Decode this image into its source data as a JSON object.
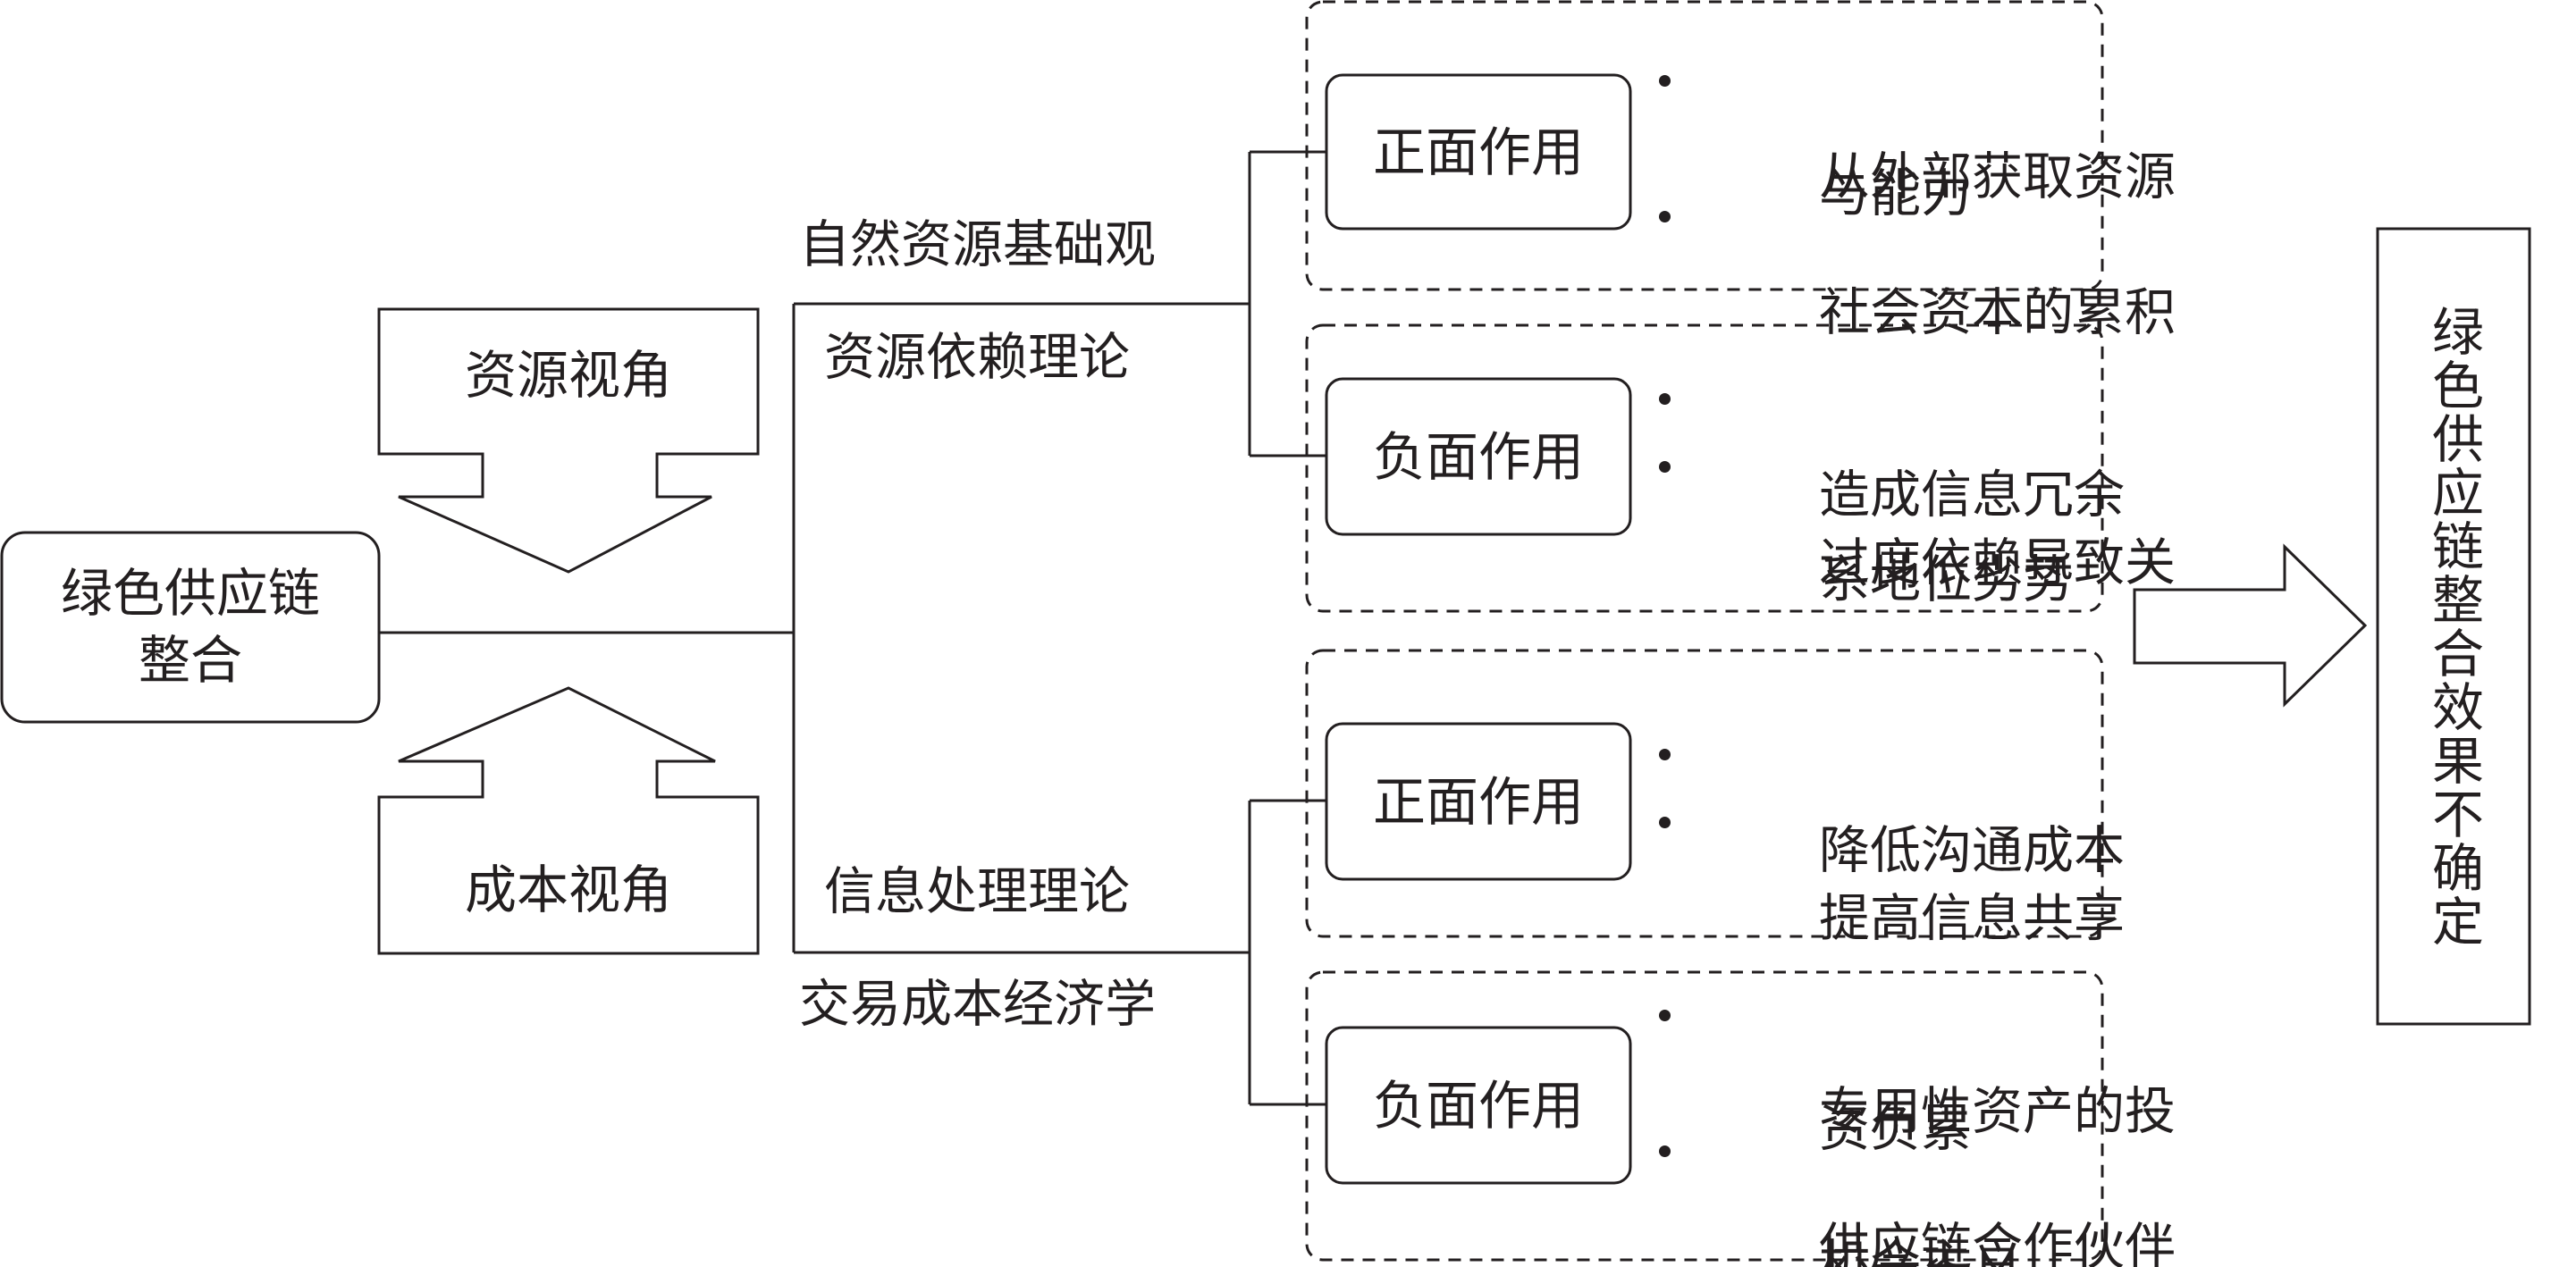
{
  "left_node": {
    "title_lines": [
      "绿色供应链",
      "整合"
    ]
  },
  "perspectives": {
    "resource": "资源视角",
    "cost": "成本视角"
  },
  "theories": {
    "natural_resource": "自然资源基础观",
    "resource_dependence": "资源依赖理论",
    "information_processing": "信息处理理论",
    "transaction_cost": "交易成本经济学"
  },
  "effects": [
    {
      "label": "正面作用",
      "bullets": [
        [
          "从外部获取资源",
          "与能力"
        ],
        [
          "社会资本的累积"
        ]
      ]
    },
    {
      "label": "负面作用",
      "bullets": [
        [
          "造成信息冗余"
        ],
        [
          "过度依赖导致关",
          "系地位劣势"
        ]
      ]
    },
    {
      "label": "正面作用",
      "bullets": [
        [
          "降低沟通成本"
        ],
        [
          "提高信息共享"
        ]
      ]
    },
    {
      "label": "负面作用",
      "bullets": [
        [
          "专用性资产的投",
          "资负累"
        ],
        [
          "供应链合作伙伴",
          "机会主义"
        ]
      ]
    }
  ],
  "result": {
    "text": "绿色供应链整合效果不确定"
  }
}
